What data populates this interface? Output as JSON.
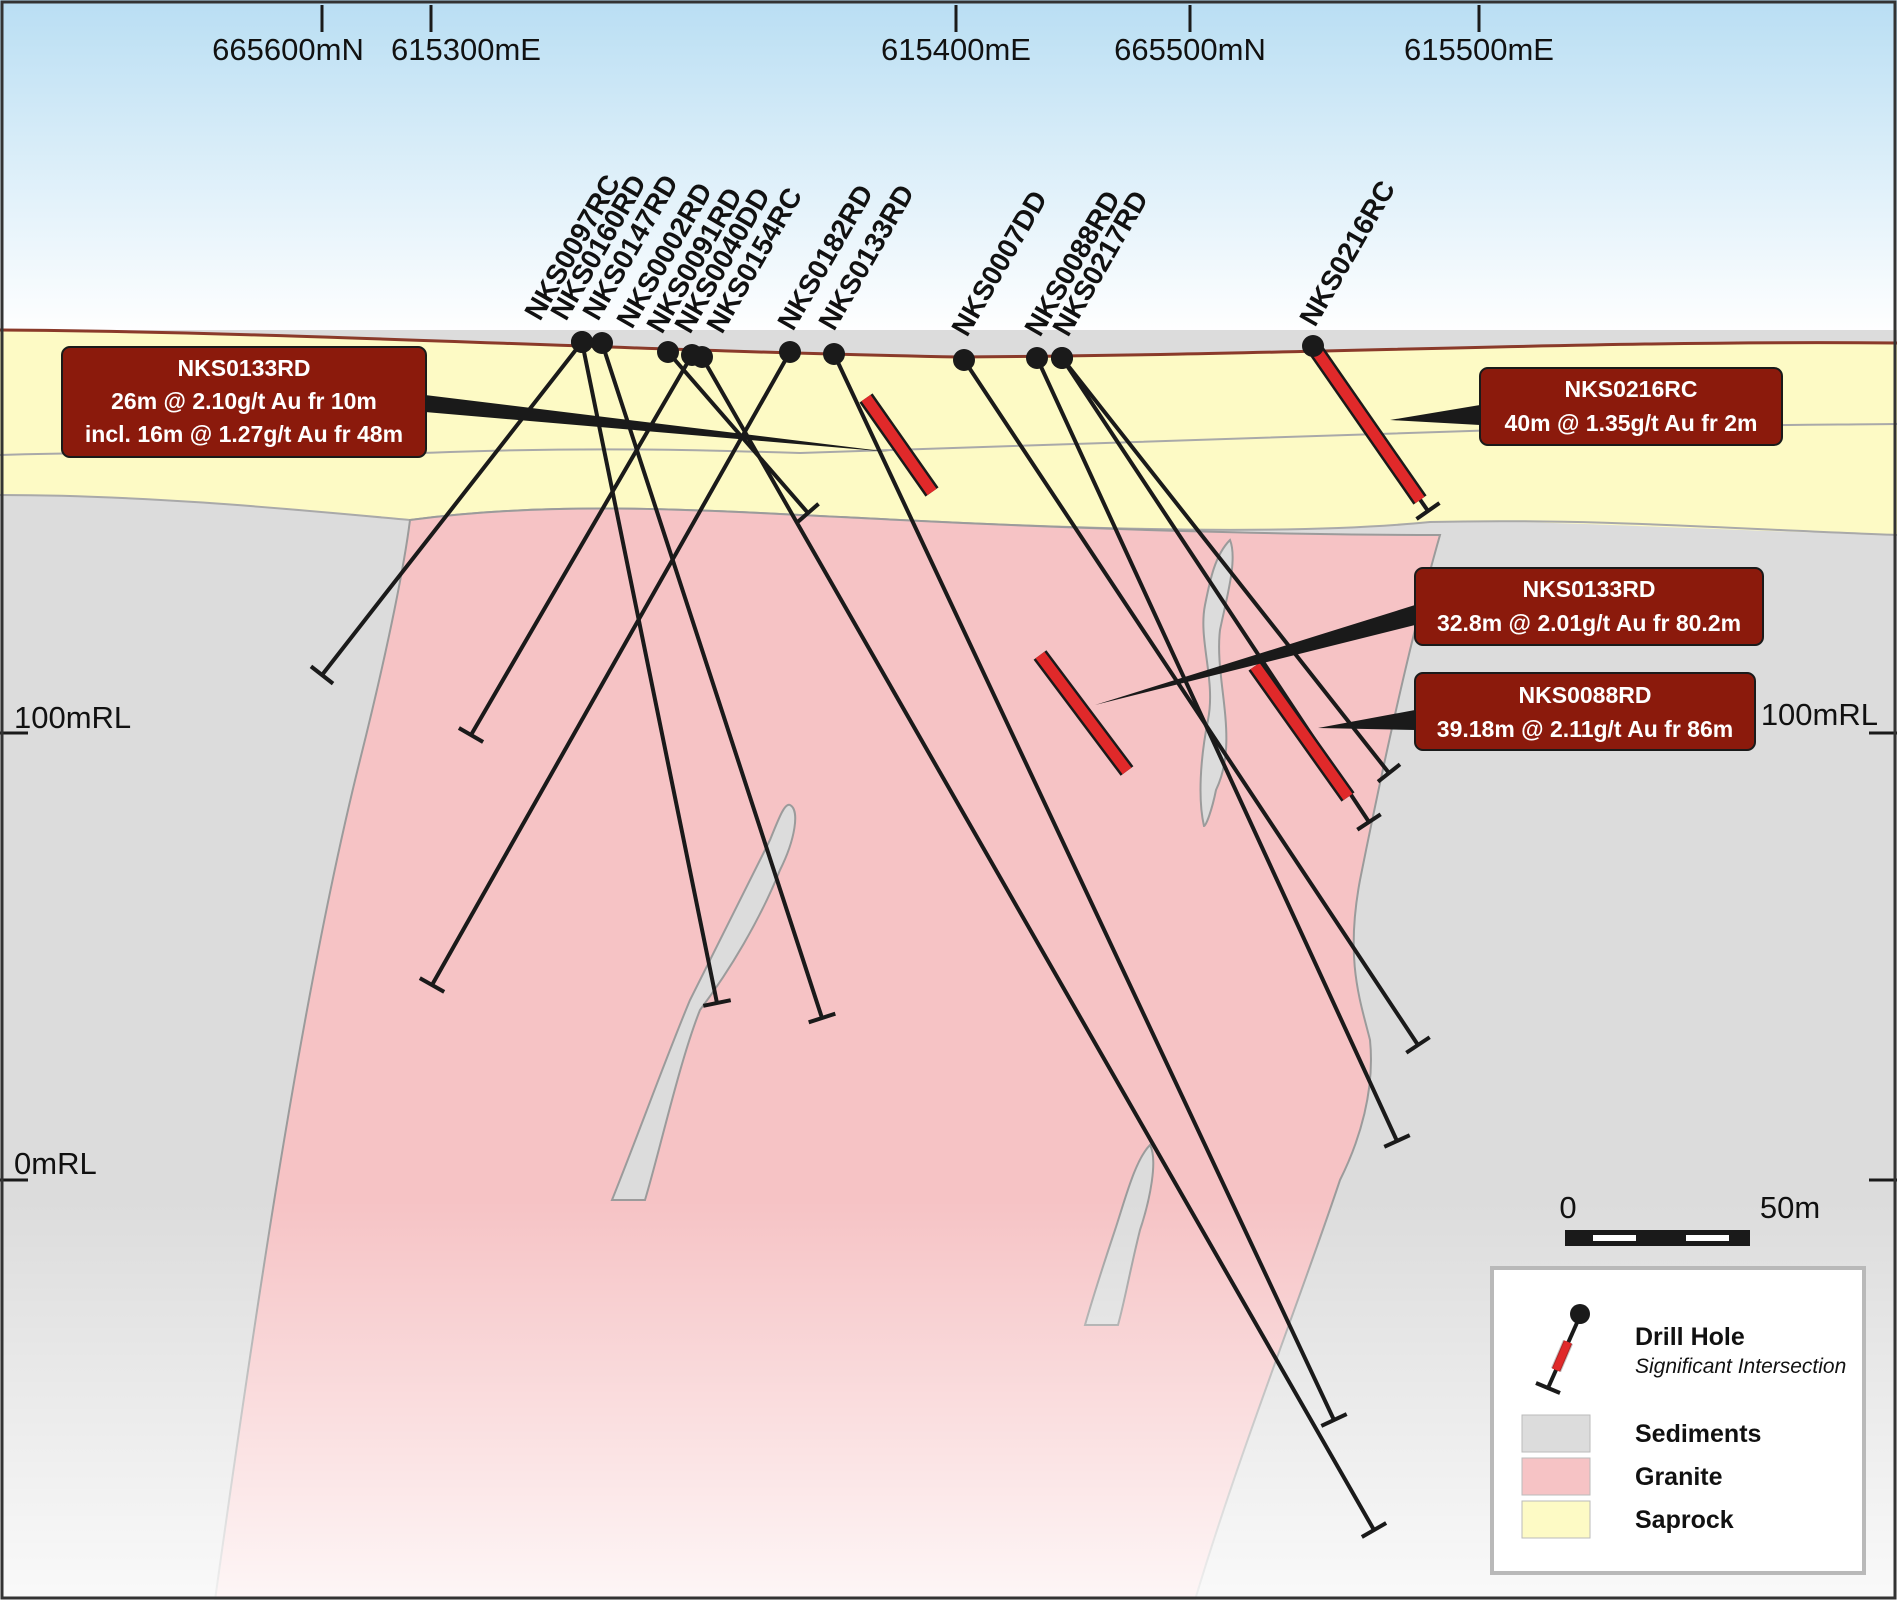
{
  "colors": {
    "sky_top": "#b9def3",
    "sky_bottom": "#ffffff",
    "sediments": "#dcdcdc",
    "granite": "#f6c3c5",
    "saprock": "#fdfac5",
    "surface_line": "#8a3a2a",
    "callout_fill": "#8b1a0c",
    "intersection": "#e0292a",
    "hole": "#1a1a1a"
  },
  "top_axis": {
    "ticks": [
      {
        "label": "665600mN"
      },
      {
        "label": "615300mE"
      },
      {
        "label": "615400mE"
      },
      {
        "label": "665500mN"
      },
      {
        "label": "615500mE"
      }
    ]
  },
  "rl_labels": {
    "rl100_left": "100mRL",
    "rl100_right": "100mRL",
    "rl0_left": "0mRL"
  },
  "hole_labels": [
    "NKS0097RC",
    "NKS0160RD",
    "NKS0147RD",
    "NKS0002RD",
    "NKS0091RD",
    "NKS0040DD",
    "NKS0154RC",
    "NKS0182RD",
    "NKS0133RD",
    "NKS0007DD",
    "NKS0088RD",
    "NKS0217RD",
    "NKS0216RC"
  ],
  "callouts": [
    {
      "hole": "NKS0133RD",
      "line1": "26m @ 2.10g/t Au fr 10m",
      "line2": "incl. 16m @ 1.27g/t Au fr 48m"
    },
    {
      "hole": "NKS0216RC",
      "line1": "40m @ 1.35g/t Au fr 2m"
    },
    {
      "hole": "NKS0133RD",
      "line1": "32.8m @ 2.01g/t Au fr 80.2m"
    },
    {
      "hole": "NKS0088RD",
      "line1": "39.18m @ 2.11g/t Au fr 86m"
    }
  ],
  "scale_bar": {
    "start": "0",
    "end": "50m"
  },
  "legend": {
    "drill_hole": "Drill Hole",
    "drill_hole_sub": "Significant Intersection",
    "sediments": "Sediments",
    "granite": "Granite",
    "saprock": "Saprock"
  }
}
